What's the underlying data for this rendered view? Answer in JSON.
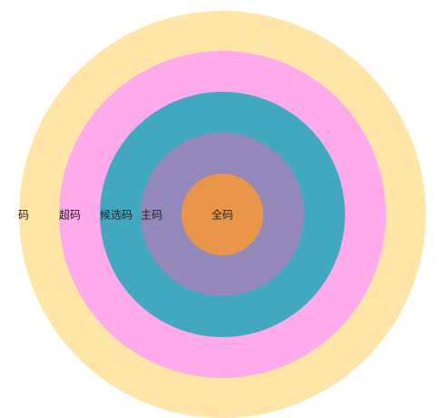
{
  "diagram": {
    "rings": [
      {
        "label": "码",
        "color": "#FFE6A8"
      },
      {
        "label": "超码",
        "color": "#FFAAEA"
      },
      {
        "label": "候选码",
        "color": "#42A8BF"
      },
      {
        "label": "主码",
        "color": "#9488BA"
      },
      {
        "label": "全码",
        "color": "#EA964A"
      }
    ]
  }
}
